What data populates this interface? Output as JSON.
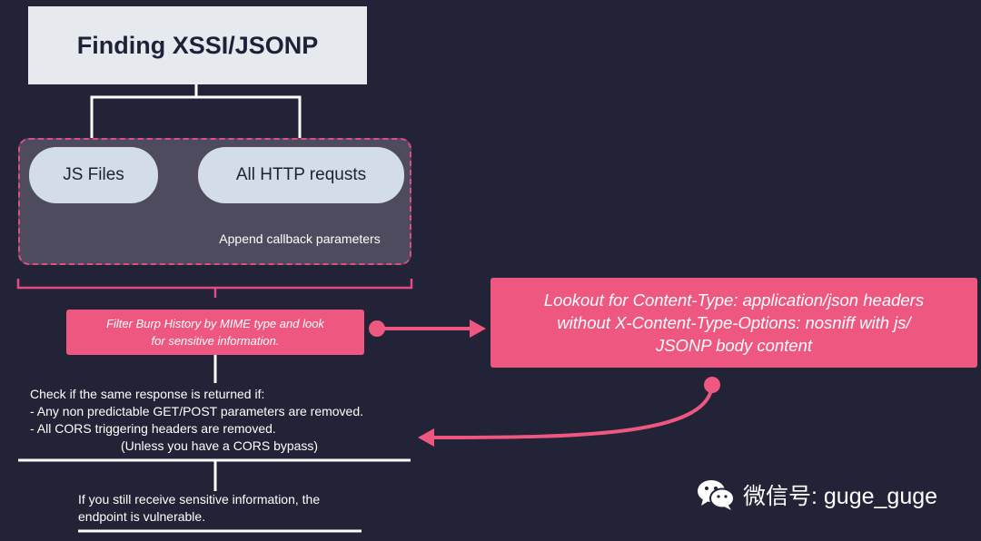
{
  "title": "Finding XSSI/JSONP",
  "sources": {
    "js_files": "JS Files",
    "http_requests": "All HTTP requsts"
  },
  "append_label": "Append callback parameters",
  "filter_step": {
    "line1": "Filter Burp History by MIME type and look",
    "line2": "for  sensitive information."
  },
  "lookout": {
    "line1": "Lookout for Content-Type: application/json  headers",
    "line2": "without X-Content-Type-Options: nosniff with js/",
    "line3": "JSONP body content"
  },
  "check": {
    "line1": "Check if the same response is returned if:",
    "line2": "- Any non predictable GET/POST parameters are removed.",
    "line3": "- All CORS triggering headers are removed.",
    "line4": "(Unless you have a CORS bypass)"
  },
  "result": {
    "line1": "If you still receive sensitive information, the",
    "line2": "endpoint is vulnerable."
  },
  "watermark": "微信号: guge_guge",
  "colors": {
    "background": "#232337",
    "accent_pink": "#ee5780",
    "pill": "#d2dde9",
    "title_box": "#e6e9ee"
  }
}
